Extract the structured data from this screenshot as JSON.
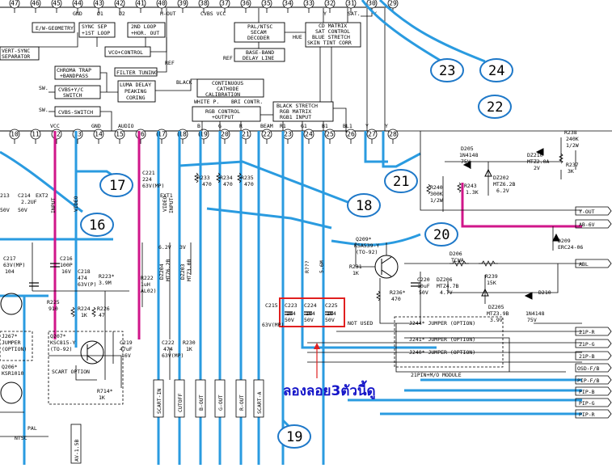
{
  "colors": {
    "wire_blue": "#2a9be0",
    "wire_magenta": "#d0168a",
    "callout": "#1e78c8",
    "highlight_box": "#e02020",
    "annotation_text": "#1414c8"
  },
  "ic_pins_top": [
    "47",
    "46",
    "45",
    "44",
    "43",
    "42",
    "41",
    "40",
    "39",
    "38",
    "37",
    "36",
    "35",
    "34",
    "33",
    "32",
    "31",
    "30",
    "29"
  ],
  "ic_top_signals": [
    "GND",
    "Ø1",
    "Ø2",
    "H-OUT",
    "CVBS VCC",
    "Y",
    "SAT.",
    "Y"
  ],
  "ic_pins_bottom": [
    "10",
    "11",
    "12",
    "13",
    "14",
    "15",
    "16",
    "17",
    "18",
    "19",
    "20",
    "21",
    "22",
    "23",
    "24",
    "25",
    "26",
    "27",
    "28"
  ],
  "ic_bottom_signals": [
    "VCC",
    "GND",
    "AUDIO",
    "B",
    "G",
    "R",
    "BEAM",
    "R1",
    "G1",
    "B1",
    "BL1",
    "Y",
    "Y"
  ],
  "blocks": {
    "ew": "E/W-GEOMETRY",
    "sync": [
      "SYNC SEP",
      "+1ST LOOP"
    ],
    "loop2": [
      "2ND LOOP",
      "+HOR. OUT"
    ],
    "pal": [
      "PAL/NTSC",
      "SECAM",
      "DECODER"
    ],
    "cd": [
      "CD MATRIX",
      "SAT CONTROL",
      "BLUE STRETCH",
      "SKIN TINT CORR"
    ],
    "vcsep": [
      "VERT-SYNC",
      "SEPARATOR"
    ],
    "vco": "VCO+CONTROL",
    "baseband": [
      "BASE-BAND",
      "DELAY LINE"
    ],
    "chroma": [
      "CHROMA TRAP",
      "+BANDPASS"
    ],
    "filter": "FILTER TUNING",
    "cvbsyc": [
      "CVBS+Y/C",
      "SWITCH"
    ],
    "luma": [
      "LUMA DELAY",
      "PEAKING",
      "CORING"
    ],
    "cathode": [
      "CONTINUOUS",
      "CATHODE",
      "CALIBRATION"
    ],
    "cvbssw": "CVBS-SWITCH",
    "rgbctl": [
      "RGB CONTROL",
      "+OUTPUT"
    ],
    "blackst": [
      "BLACK STRETCH",
      "RGB MATRIX",
      "RGB1 INPUT"
    ]
  },
  "block_side_labels": [
    "HUE",
    "REF",
    "REF",
    "BLACK",
    "WHITE P.",
    "BRI CONTR.",
    "SW.",
    "SW."
  ],
  "callouts": [
    "17",
    "16",
    "18",
    "19",
    "20",
    "21",
    "22",
    "23",
    "24"
  ],
  "components": {
    "c221": [
      "C221",
      "224",
      "63V(MP)"
    ],
    "ext2": [
      "EXT2",
      "VIDEO",
      "INPUT"
    ],
    "ext1": [
      "EXT1",
      "VIDEO",
      "INPUT"
    ],
    "c214": [
      "213",
      "C214",
      "2.2UF",
      "50V",
      "50V"
    ],
    "c216": [
      "C216",
      "100P",
      "16V"
    ],
    "c217": [
      "C217",
      "63V(MP)",
      "104"
    ],
    "c218": [
      "C218",
      "474",
      "63V(P)"
    ],
    "r223": [
      "R223*",
      "3.9M"
    ],
    "r222": [
      "R222",
      "1uH",
      "AL02)"
    ],
    "r225": [
      "R225",
      "910"
    ],
    "r224": [
      "R224",
      "1K"
    ],
    "r226": [
      "R226",
      "47"
    ],
    "q207": [
      "Q207*",
      "KSC815-Y",
      "(TO-92)"
    ],
    "c219": [
      "C219",
      "47uF",
      "16V"
    ],
    "scart": "SCART OPTION",
    "r714": [
      "R714*",
      "1K"
    ],
    "j267": [
      "J267*",
      "JUMPER",
      "(OPTION)"
    ],
    "q206": [
      "Q206*",
      "KSR1010"
    ],
    "palntsc": [
      "PAL",
      "NTSC"
    ],
    "c222": [
      "C222",
      "474",
      "63V(MP)"
    ],
    "r230": [
      "R230",
      "1K"
    ],
    "r233": [
      "R233",
      "470"
    ],
    "r234": [
      "R234",
      "470"
    ],
    "r235": [
      "R235",
      "470"
    ],
    "zener": [
      "6.2V",
      "3V",
      "DZ204",
      "MTZ6.2B",
      "DZ203",
      "MTZ3.0B"
    ],
    "q209": [
      "Q209*",
      "KSA539-Y",
      "(TO-92)"
    ],
    "r238": [
      "R238",
      "240K",
      "1/2W"
    ],
    "d205": [
      "D205",
      "1N4148",
      "75V"
    ],
    "dz210": [
      "DZ210",
      "MTZ2.0A",
      "2V"
    ],
    "r237": [
      "R237",
      "3K"
    ],
    "r240": [
      "R240",
      "300K",
      "1/2W"
    ],
    "r243": [
      "R243",
      "1.3K"
    ],
    "dz202": [
      "DZ202",
      "MTZ6.2B",
      "6.2V"
    ],
    "d209": [
      "D209",
      "ERC24-06"
    ],
    "d206": [
      "D206",
      "TCWA"
    ],
    "r239": [
      "R239",
      "15K"
    ],
    "d210": "D210",
    "r231": [
      "R231",
      "1K"
    ],
    "r236": [
      "R236*",
      "470"
    ],
    "c220": [
      "C220",
      "10uF",
      "50V"
    ],
    "dz206": [
      "DZ206",
      "MTZ4.7B",
      "4.7V"
    ],
    "dz205": [
      "DZ205",
      "MTZ3.9B",
      "3.9V"
    ],
    "d_1n4148b": [
      "1N4148",
      "75V"
    ],
    "rmid": [
      "R???",
      "5.6M"
    ],
    "c215": [
      "C215",
      "63V(MP)"
    ],
    "c223": [
      "C223",
      "104",
      "50V"
    ],
    "c224": [
      "C224",
      "104",
      "50V"
    ],
    "c225": [
      "C225",
      "104",
      "50V"
    ],
    "not_used": "NOT USED",
    "jumpers": [
      "J244* JUMPER (OPTION)",
      "J241* JUMPER (OPTION)",
      "J240* JUMPER (OPTION)"
    ],
    "module": "21PIN+M/O MODULE"
  },
  "bottom_connectors": [
    "AV-1.5B",
    "SCART-IN",
    "CUTOFF",
    "B-OUT",
    "G-OUT",
    "R-OUT",
    "SCART-A"
  ],
  "right_ports": [
    "Y-OUT",
    "AB-6V",
    "ABL",
    "21P-R",
    "21P-G",
    "21P-B",
    "OSD-F/B",
    "PIP-F/B",
    "PIP-B",
    "PIP-G",
    "PIP-R"
  ],
  "annotation": "ลองลอย3ตัวนี้ดู"
}
